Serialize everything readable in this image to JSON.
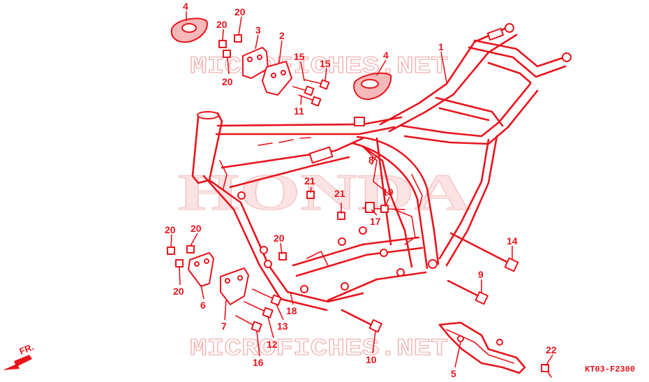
{
  "watermarks": {
    "site_top": "MICROFICHES.NET",
    "brand": "HONDA",
    "site_bottom": "MICROFICHES.NET"
  },
  "diagram_code": "KT03-F2300",
  "front_indicator": "FR.",
  "callouts": {
    "p1": "1",
    "p2": "2",
    "p3": "3",
    "p4a": "4",
    "p4b": "4",
    "p5": "5",
    "p6": "6",
    "p7": "7",
    "p8": "8",
    "p9": "9",
    "p10": "10",
    "p11": "11",
    "p12": "12",
    "p13": "13",
    "p14": "14",
    "p15a": "15",
    "p15b": "15",
    "p16": "16",
    "p17": "17",
    "p18": "18",
    "p19": "19",
    "p20a": "20",
    "p20b": "20",
    "p20c": "20",
    "p20d": "20",
    "p20e": "20",
    "p20f": "20",
    "p20g": "20",
    "p21a": "21",
    "p21b": "21",
    "p22": "22"
  },
  "colors": {
    "line": "#e8141c",
    "watermark": "#f3b2b2"
  }
}
